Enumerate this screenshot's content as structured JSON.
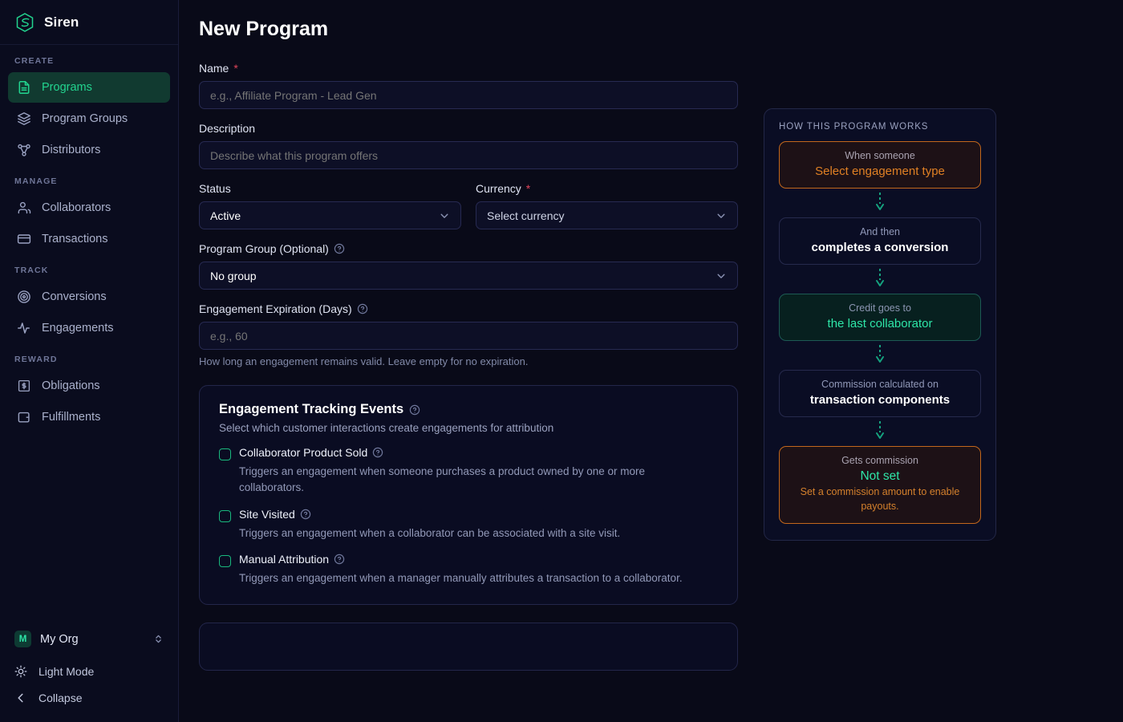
{
  "sidebar": {
    "brand": {
      "name": "Siren",
      "logo_icon": "siren-hexagon-logo"
    },
    "groups": [
      {
        "label": "CREATE",
        "items": [
          {
            "label": "Programs",
            "icon": "document-icon",
            "active": true
          },
          {
            "label": "Program Groups",
            "icon": "layers-icon",
            "active": false
          },
          {
            "label": "Distributors",
            "icon": "network-nodes-icon",
            "active": false
          }
        ]
      },
      {
        "label": "MANAGE",
        "items": [
          {
            "label": "Collaborators",
            "icon": "users-icon",
            "active": false
          },
          {
            "label": "Transactions",
            "icon": "credit-card-icon",
            "active": false
          }
        ]
      },
      {
        "label": "TRACK",
        "items": [
          {
            "label": "Conversions",
            "icon": "target-icon",
            "active": false
          },
          {
            "label": "Engagements",
            "icon": "activity-pulse-icon",
            "active": false
          }
        ]
      },
      {
        "label": "REWARD",
        "items": [
          {
            "label": "Obligations",
            "icon": "banknote-icon",
            "active": false
          },
          {
            "label": "Fulfillments",
            "icon": "wallet-icon",
            "active": false
          }
        ]
      }
    ],
    "footer": {
      "org_initial": "M",
      "org_name": "My Org",
      "org_switch_icon": "chevron-updown-icon",
      "theme_toggle": {
        "label": "Light Mode",
        "icon": "sun-icon"
      },
      "collapse": {
        "label": "Collapse",
        "icon": "chevron-left-icon"
      }
    }
  },
  "main": {
    "page_title": "New Program",
    "fields": {
      "name": {
        "label": "Name",
        "required_mark": "*",
        "placeholder": "e.g., Affiliate Program - Lead Gen",
        "value": ""
      },
      "description": {
        "label": "Description",
        "placeholder": "Describe what this program offers",
        "value": ""
      },
      "status": {
        "label": "Status",
        "value": "Active"
      },
      "currency": {
        "label": "Currency",
        "required_mark": "*",
        "value": "Select currency"
      },
      "program_group": {
        "label": "Program Group (Optional)",
        "value": "No group",
        "help_icon": "question-circle-icon"
      },
      "engagement_expiration": {
        "label": "Engagement Expiration (Days)",
        "placeholder": "e.g., 60",
        "value": "",
        "help_icon": "question-circle-icon",
        "hint": "How long an engagement remains valid. Leave empty for no expiration."
      }
    },
    "tracking_card": {
      "title": "Engagement Tracking Events",
      "help_icon": "question-circle-icon",
      "subtitle": "Select which customer interactions create engagements for attribution",
      "options": [
        {
          "label": "Collaborator Product Sold",
          "checked": false,
          "description": "Triggers an engagement when someone purchases a product owned by one or more collaborators."
        },
        {
          "label": "Site Visited",
          "checked": false,
          "description": "Triggers an engagement when a collaborator can be associated with a site visit."
        },
        {
          "label": "Manual Attribution",
          "checked": false,
          "description": "Triggers an engagement when a manager manually attributes a transaction to a collaborator."
        }
      ]
    }
  },
  "works_panel": {
    "title": "HOW THIS PROGRAM WORKS",
    "steps": [
      {
        "top": "When someone",
        "big": "Select engagement type",
        "style": "warn"
      },
      {
        "top": "And then",
        "big": "completes a conversion",
        "style": "plain"
      },
      {
        "top": "Credit goes to",
        "big": "the last collaborator",
        "style": "teal"
      },
      {
        "top": "Commission calculated on",
        "big": "transaction components",
        "style": "plain"
      },
      {
        "top": "Gets commission",
        "big": "Not set",
        "note": "Set a commission amount to enable payouts.",
        "style": "final"
      }
    ]
  },
  "colors": {
    "accent_green": "#2ee6a8",
    "accent_orange": "#e08024",
    "required_red": "#e0455a",
    "background": "#090a18",
    "sidebar_bg": "#0a0c1e",
    "card_bg": "#0a0c22"
  }
}
